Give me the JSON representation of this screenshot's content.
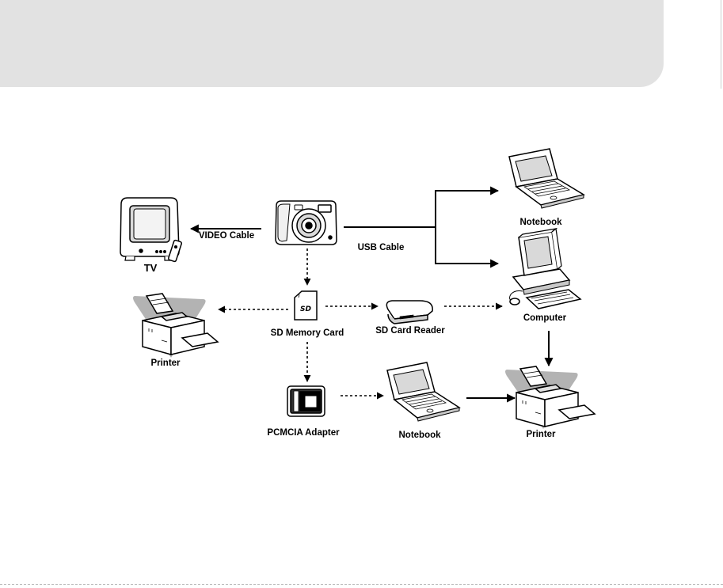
{
  "colors": {
    "header_band": "#e2e2e2",
    "line": "#000000",
    "device_fill": "#ffffff",
    "screen_shade": "#d9d9d9",
    "shadow": "#b3b3b3"
  },
  "devices": {
    "tv": {
      "label": "TV",
      "icon": "tv-icon"
    },
    "camera": {
      "icon": "digital-camera-icon"
    },
    "notebook_top": {
      "label": "Notebook",
      "icon": "laptop-icon"
    },
    "computer": {
      "label": "Computer",
      "icon": "desktop-computer-icon"
    },
    "printer_left": {
      "label": "Printer",
      "icon": "printer-icon"
    },
    "sd_card": {
      "label": "SD Memory Card",
      "icon": "sd-card-icon"
    },
    "sd_reader": {
      "label": "SD Card Reader",
      "icon": "card-reader-icon"
    },
    "pcmcia": {
      "label": "PCMCIA Adapter",
      "icon": "pcmcia-adapter-icon"
    },
    "notebook_bottom": {
      "label": "Notebook",
      "icon": "laptop-icon"
    },
    "printer_right": {
      "label": "Printer",
      "icon": "printer-icon"
    }
  },
  "connections": {
    "video_cable": "VIDEO Cable",
    "usb_cable": "USB Cable"
  }
}
